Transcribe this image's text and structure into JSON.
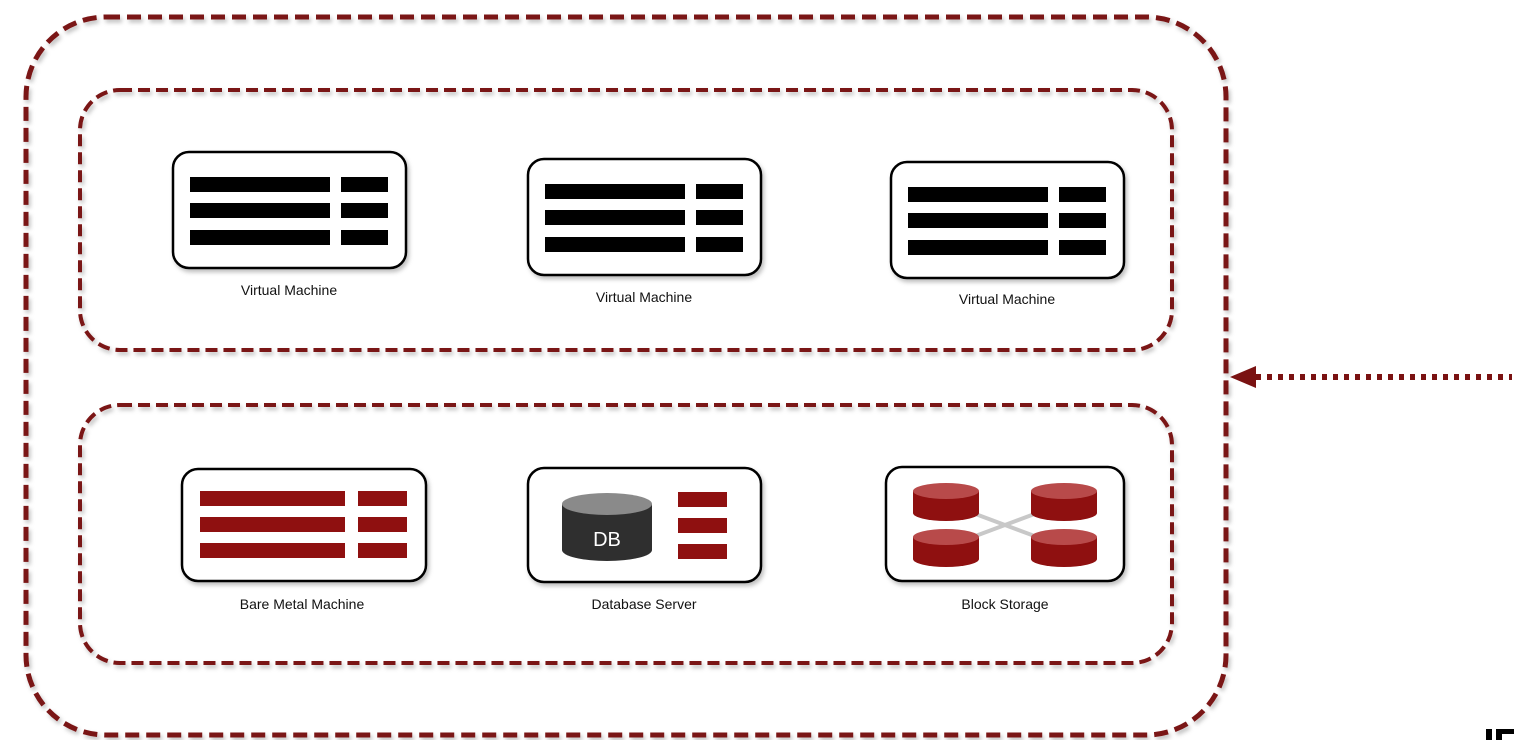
{
  "colors": {
    "dashed_border": "#7a1212",
    "icon_black": "#000000",
    "icon_red": "#8f1010",
    "db_cylinder": "#3a3a3a",
    "db_cylinder_top": "#8a8a8a",
    "connector_gray": "#c8c8c8"
  },
  "virtual_layer": {
    "items": [
      {
        "label": "Virtual Machine",
        "icon": "server-icon"
      },
      {
        "label": "Virtual Machine",
        "icon": "server-icon"
      },
      {
        "label": "Virtual Machine",
        "icon": "server-icon"
      }
    ]
  },
  "physical_layer": {
    "items": [
      {
        "label": "Bare Metal Machine",
        "icon": "server-icon"
      },
      {
        "label": "Database Server",
        "icon": "database-icon",
        "badge": "DB"
      },
      {
        "label": "Block Storage",
        "icon": "storage-cluster-icon"
      }
    ]
  },
  "arrow": {
    "direction": "left",
    "style": "dotted"
  }
}
